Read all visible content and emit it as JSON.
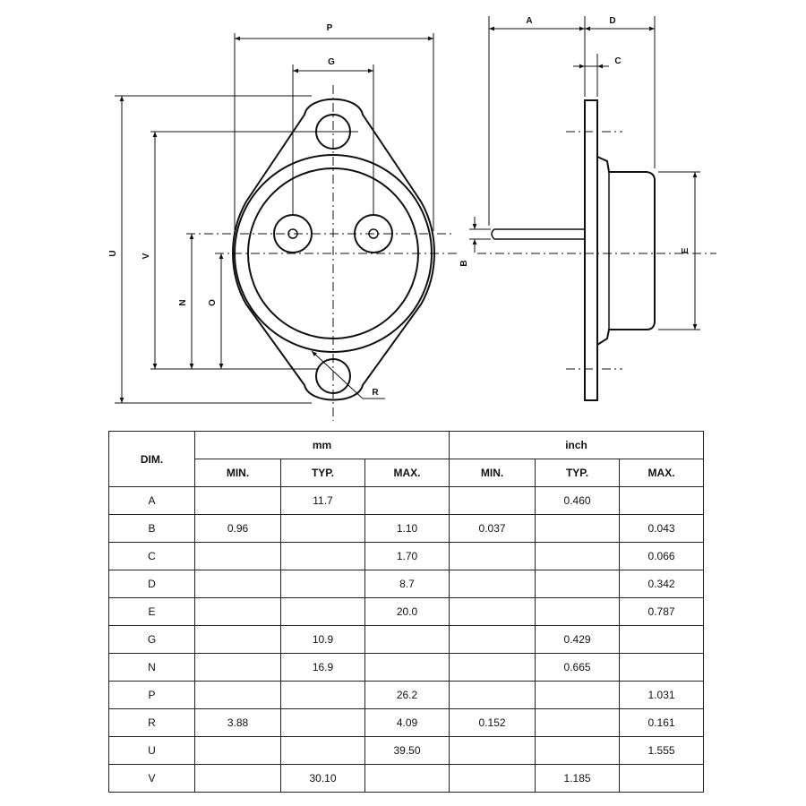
{
  "drawing": {
    "labels": {
      "P": "P",
      "G": "G",
      "U": "U",
      "V": "V",
      "N": "N",
      "O": "O",
      "R": "R",
      "A": "A",
      "D": "D",
      "C": "C",
      "B": "B",
      "E": "E"
    }
  },
  "table": {
    "dim_header": "DIM.",
    "mm_header": "mm",
    "inch_header": "inch",
    "sub_headers": [
      "MIN.",
      "TYP.",
      "MAX.",
      "MIN.",
      "TYP.",
      "MAX."
    ],
    "rows": [
      {
        "dim": "A",
        "mm_min": "",
        "mm_typ": "11.7",
        "mm_max": "",
        "in_min": "",
        "in_typ": "0.460",
        "in_max": ""
      },
      {
        "dim": "B",
        "mm_min": "0.96",
        "mm_typ": "",
        "mm_max": "1.10",
        "in_min": "0.037",
        "in_typ": "",
        "in_max": "0.043"
      },
      {
        "dim": "C",
        "mm_min": "",
        "mm_typ": "",
        "mm_max": "1.70",
        "in_min": "",
        "in_typ": "",
        "in_max": "0.066"
      },
      {
        "dim": "D",
        "mm_min": "",
        "mm_typ": "",
        "mm_max": "8.7",
        "in_min": "",
        "in_typ": "",
        "in_max": "0.342"
      },
      {
        "dim": "E",
        "mm_min": "",
        "mm_typ": "",
        "mm_max": "20.0",
        "in_min": "",
        "in_typ": "",
        "in_max": "0.787"
      },
      {
        "dim": "G",
        "mm_min": "",
        "mm_typ": "10.9",
        "mm_max": "",
        "in_min": "",
        "in_typ": "0.429",
        "in_max": ""
      },
      {
        "dim": "N",
        "mm_min": "",
        "mm_typ": "16.9",
        "mm_max": "",
        "in_min": "",
        "in_typ": "0.665",
        "in_max": ""
      },
      {
        "dim": "P",
        "mm_min": "",
        "mm_typ": "",
        "mm_max": "26.2",
        "in_min": "",
        "in_typ": "",
        "in_max": "1.031"
      },
      {
        "dim": "R",
        "mm_min": "3.88",
        "mm_typ": "",
        "mm_max": "4.09",
        "in_min": "0.152",
        "in_typ": "",
        "in_max": "0.161"
      },
      {
        "dim": "U",
        "mm_min": "",
        "mm_typ": "",
        "mm_max": "39.50",
        "in_min": "",
        "in_typ": "",
        "in_max": "1.555"
      },
      {
        "dim": "V",
        "mm_min": "",
        "mm_typ": "30.10",
        "mm_max": "",
        "in_min": "",
        "in_typ": "1.185",
        "in_max": ""
      }
    ]
  }
}
